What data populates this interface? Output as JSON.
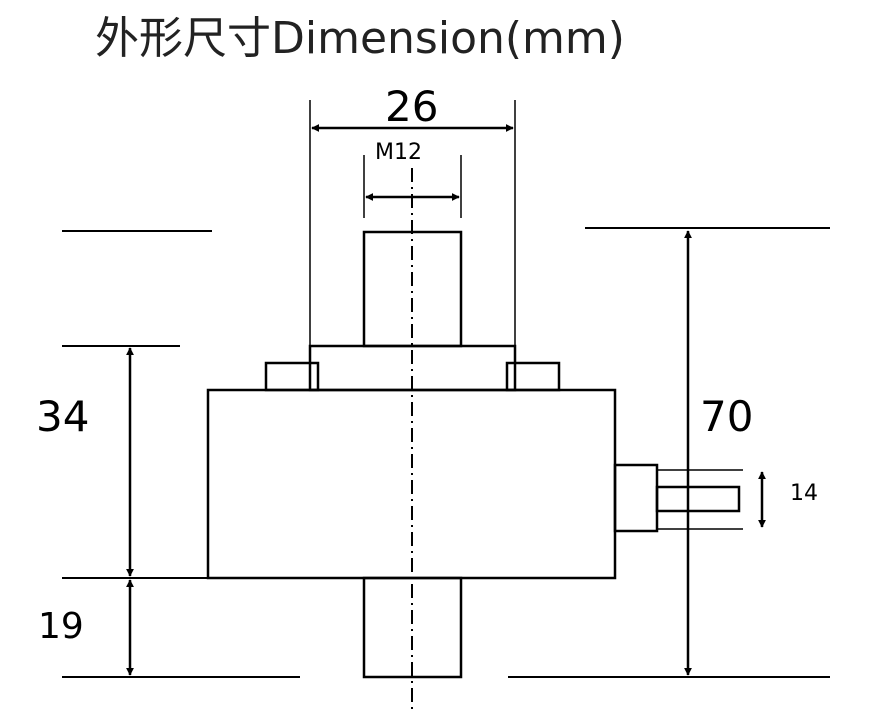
{
  "title": "外形尺寸Dimension(mm)",
  "dimensions": {
    "width_top": "26",
    "thread": "M12",
    "height_body": "34",
    "height_bottom": "19",
    "height_total": "70",
    "connector": "14"
  }
}
